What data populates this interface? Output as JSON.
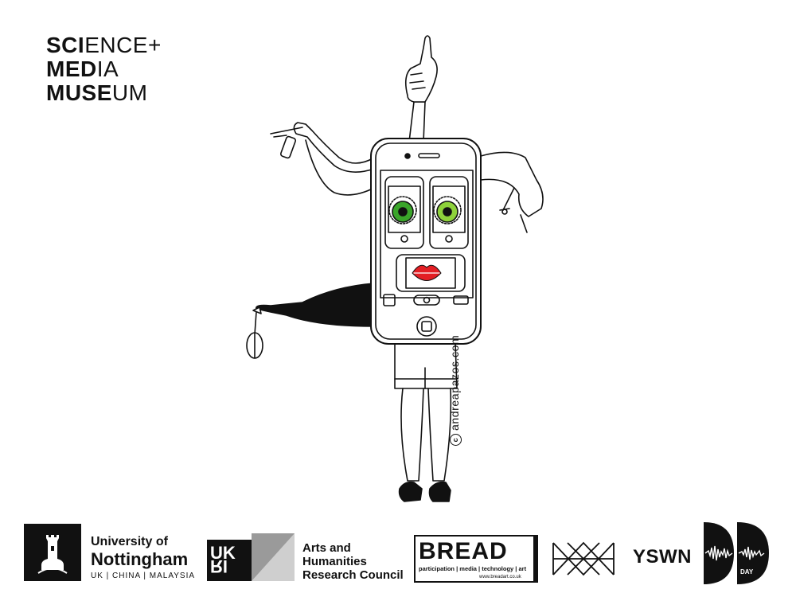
{
  "museum": {
    "line1_bold": "SCI",
    "line1_light": "ENCE+",
    "line2_bold": "MED",
    "line2_light": "IA",
    "line3_bold": "MUSE",
    "line3_light": "UM"
  },
  "credit": {
    "symbol": "c",
    "text": "andreapazos.com"
  },
  "logos": {
    "nottingham": {
      "line1": "University of",
      "line2": "Nottingham",
      "line3": "UK | CHINA | MALAYSIA"
    },
    "ukri": {
      "mark": "UKRI",
      "council": "Arts and Humanities Research Council"
    },
    "bread": {
      "name": "BREAD",
      "tagline": "participation | media | technology | art",
      "url": "www.breadart.co.uk"
    },
    "yswn": "YSWN",
    "dday": "DAY"
  },
  "colors": {
    "ink": "#111111",
    "eye_green": "#3aa52a",
    "eye_light_green": "#8ed23b",
    "lips_red": "#e31e24"
  }
}
